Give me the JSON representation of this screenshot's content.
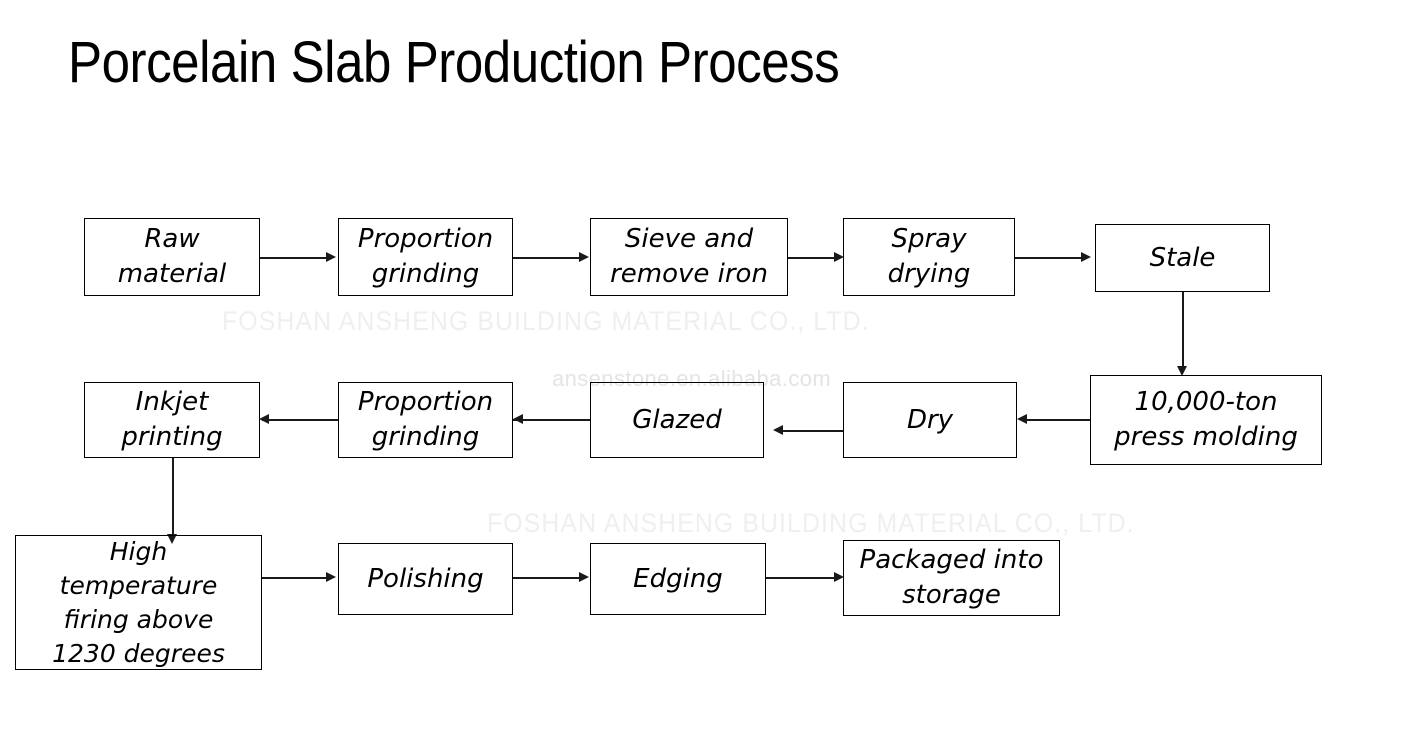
{
  "page": {
    "title": "Porcelain Slab Production Process",
    "background_color": "#ffffff",
    "stroke_color": "#000000"
  },
  "watermarks": [
    {
      "text": "FOSHAN ANSHENG BUILDING MATERIAL CO., LTD.",
      "color": "#efefef"
    },
    {
      "text": "ansenstone.en.alibaba.com",
      "color": "#e4e4e4"
    },
    {
      "text": "FOSHAN ANSHENG BUILDING MATERIAL CO., LTD.",
      "color": "#efefef"
    }
  ],
  "flowchart": {
    "type": "process-flow",
    "row1_direction": "left-to-right",
    "row2_direction": "right-to-left",
    "row3_direction": "left-to-right",
    "nodes": [
      {
        "id": "raw-material",
        "label": "Raw\nmaterial"
      },
      {
        "id": "proportion-grinding-1",
        "label": "Proportion\ngrinding"
      },
      {
        "id": "sieve-remove-iron",
        "label": "Sieve and\nremove iron"
      },
      {
        "id": "spray-drying",
        "label": "Spray\ndrying"
      },
      {
        "id": "stale",
        "label": "Stale"
      },
      {
        "id": "press-molding",
        "label": "10,000-ton\npress molding"
      },
      {
        "id": "dry",
        "label": "Dry"
      },
      {
        "id": "glazed",
        "label": "Glazed"
      },
      {
        "id": "proportion-grinding-2",
        "label": "Proportion\ngrinding"
      },
      {
        "id": "inkjet-printing",
        "label": "Inkjet\nprinting"
      },
      {
        "id": "high-temperature-firing",
        "label": "High\ntemperature\nfiring above\n1230 degrees"
      },
      {
        "id": "polishing",
        "label": "Polishing"
      },
      {
        "id": "edging",
        "label": "Edging"
      },
      {
        "id": "packaged-into-storage",
        "label": "Packaged into\nstorage"
      }
    ],
    "edges": [
      {
        "from": "raw-material",
        "to": "proportion-grinding-1",
        "direction": "right"
      },
      {
        "from": "proportion-grinding-1",
        "to": "sieve-remove-iron",
        "direction": "right"
      },
      {
        "from": "sieve-remove-iron",
        "to": "spray-drying",
        "direction": "right"
      },
      {
        "from": "spray-drying",
        "to": "stale",
        "direction": "right"
      },
      {
        "from": "stale",
        "to": "press-molding",
        "direction": "down"
      },
      {
        "from": "press-molding",
        "to": "dry",
        "direction": "left"
      },
      {
        "from": "dry",
        "to": "glazed",
        "direction": "left"
      },
      {
        "from": "glazed",
        "to": "proportion-grinding-2",
        "direction": "left"
      },
      {
        "from": "proportion-grinding-2",
        "to": "inkjet-printing",
        "direction": "left"
      },
      {
        "from": "inkjet-printing",
        "to": "high-temperature-firing",
        "direction": "down"
      },
      {
        "from": "high-temperature-firing",
        "to": "polishing",
        "direction": "right"
      },
      {
        "from": "polishing",
        "to": "edging",
        "direction": "right"
      },
      {
        "from": "edging",
        "to": "packaged-into-storage",
        "direction": "right"
      }
    ]
  }
}
